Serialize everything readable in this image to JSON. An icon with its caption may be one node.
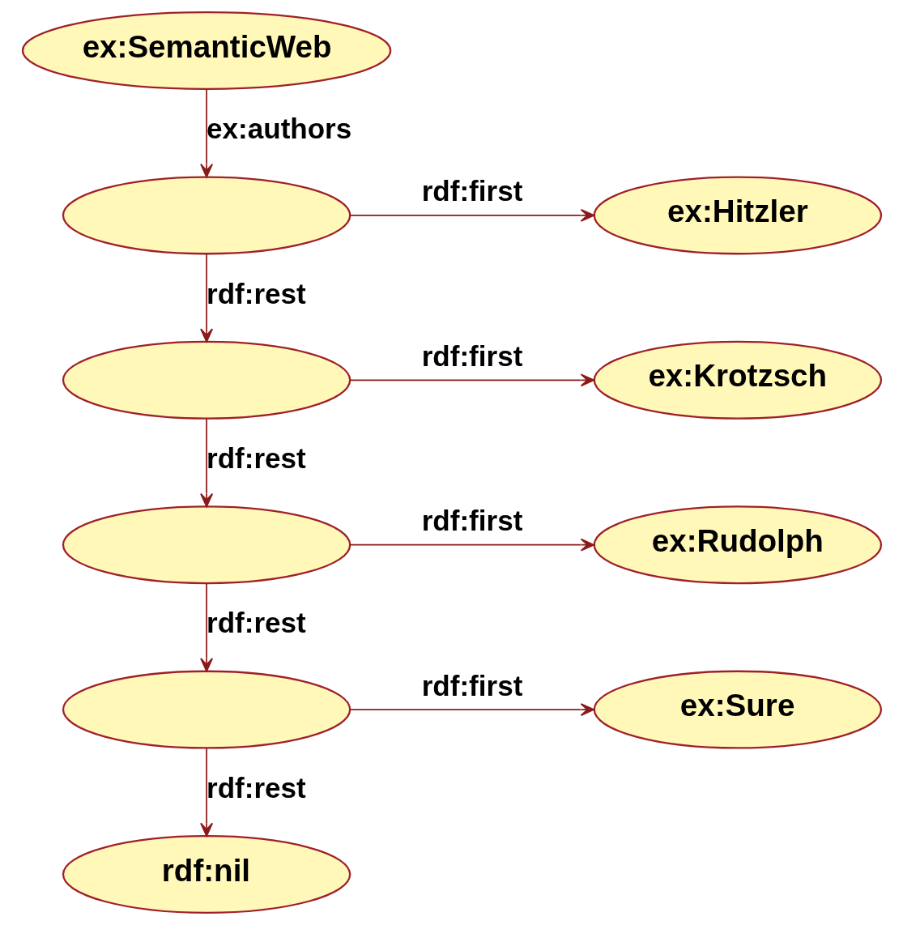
{
  "diagram": {
    "nodes": [
      {
        "text": [
          "ex:SemanticWeb"
        ]
      },
      {
        "text": [],
        "shape": "ellipse"
      },
      {
        "text": [
          "ex:Hitzler"
        ]
      },
      {
        "text": [],
        "shape": "ellipse"
      },
      {
        "text": [
          "ex:Krotzsch"
        ]
      },
      {
        "text": [],
        "shape": "ellipse"
      },
      {
        "text": [
          "ex:Rudolph"
        ]
      },
      {
        "text": [],
        "shape": "ellipse"
      },
      {
        "text": [
          "ex:Sure"
        ]
      },
      {
        "text": [
          "rdf:nil"
        ]
      }
    ],
    "edges": [
      {
        "from": 0,
        "to": 1,
        "arrow": "to",
        "label": "ex:authors"
      },
      {
        "from": 1,
        "to": 2,
        "arrow": "to",
        "label": "rdf:first"
      },
      {
        "from": 1,
        "to": 3,
        "arrow": "to",
        "label": "rdf:rest"
      },
      {
        "from": 3,
        "to": 4,
        "arrow": "to",
        "label": "rdf:first"
      },
      {
        "from": 3,
        "to": 5,
        "arrow": "to",
        "label": "rdf:rest"
      },
      {
        "from": 5,
        "to": 6,
        "arrow": "to",
        "label": "rdf:first"
      },
      {
        "from": 5,
        "to": 7,
        "arrow": "to",
        "label": "rdf:rest"
      },
      {
        "from": 7,
        "to": 8,
        "arrow": "to",
        "label": "rdf:first"
      },
      {
        "from": 7,
        "to": 9,
        "arrow": "to",
        "label": "rdf:rest"
      }
    ]
  }
}
